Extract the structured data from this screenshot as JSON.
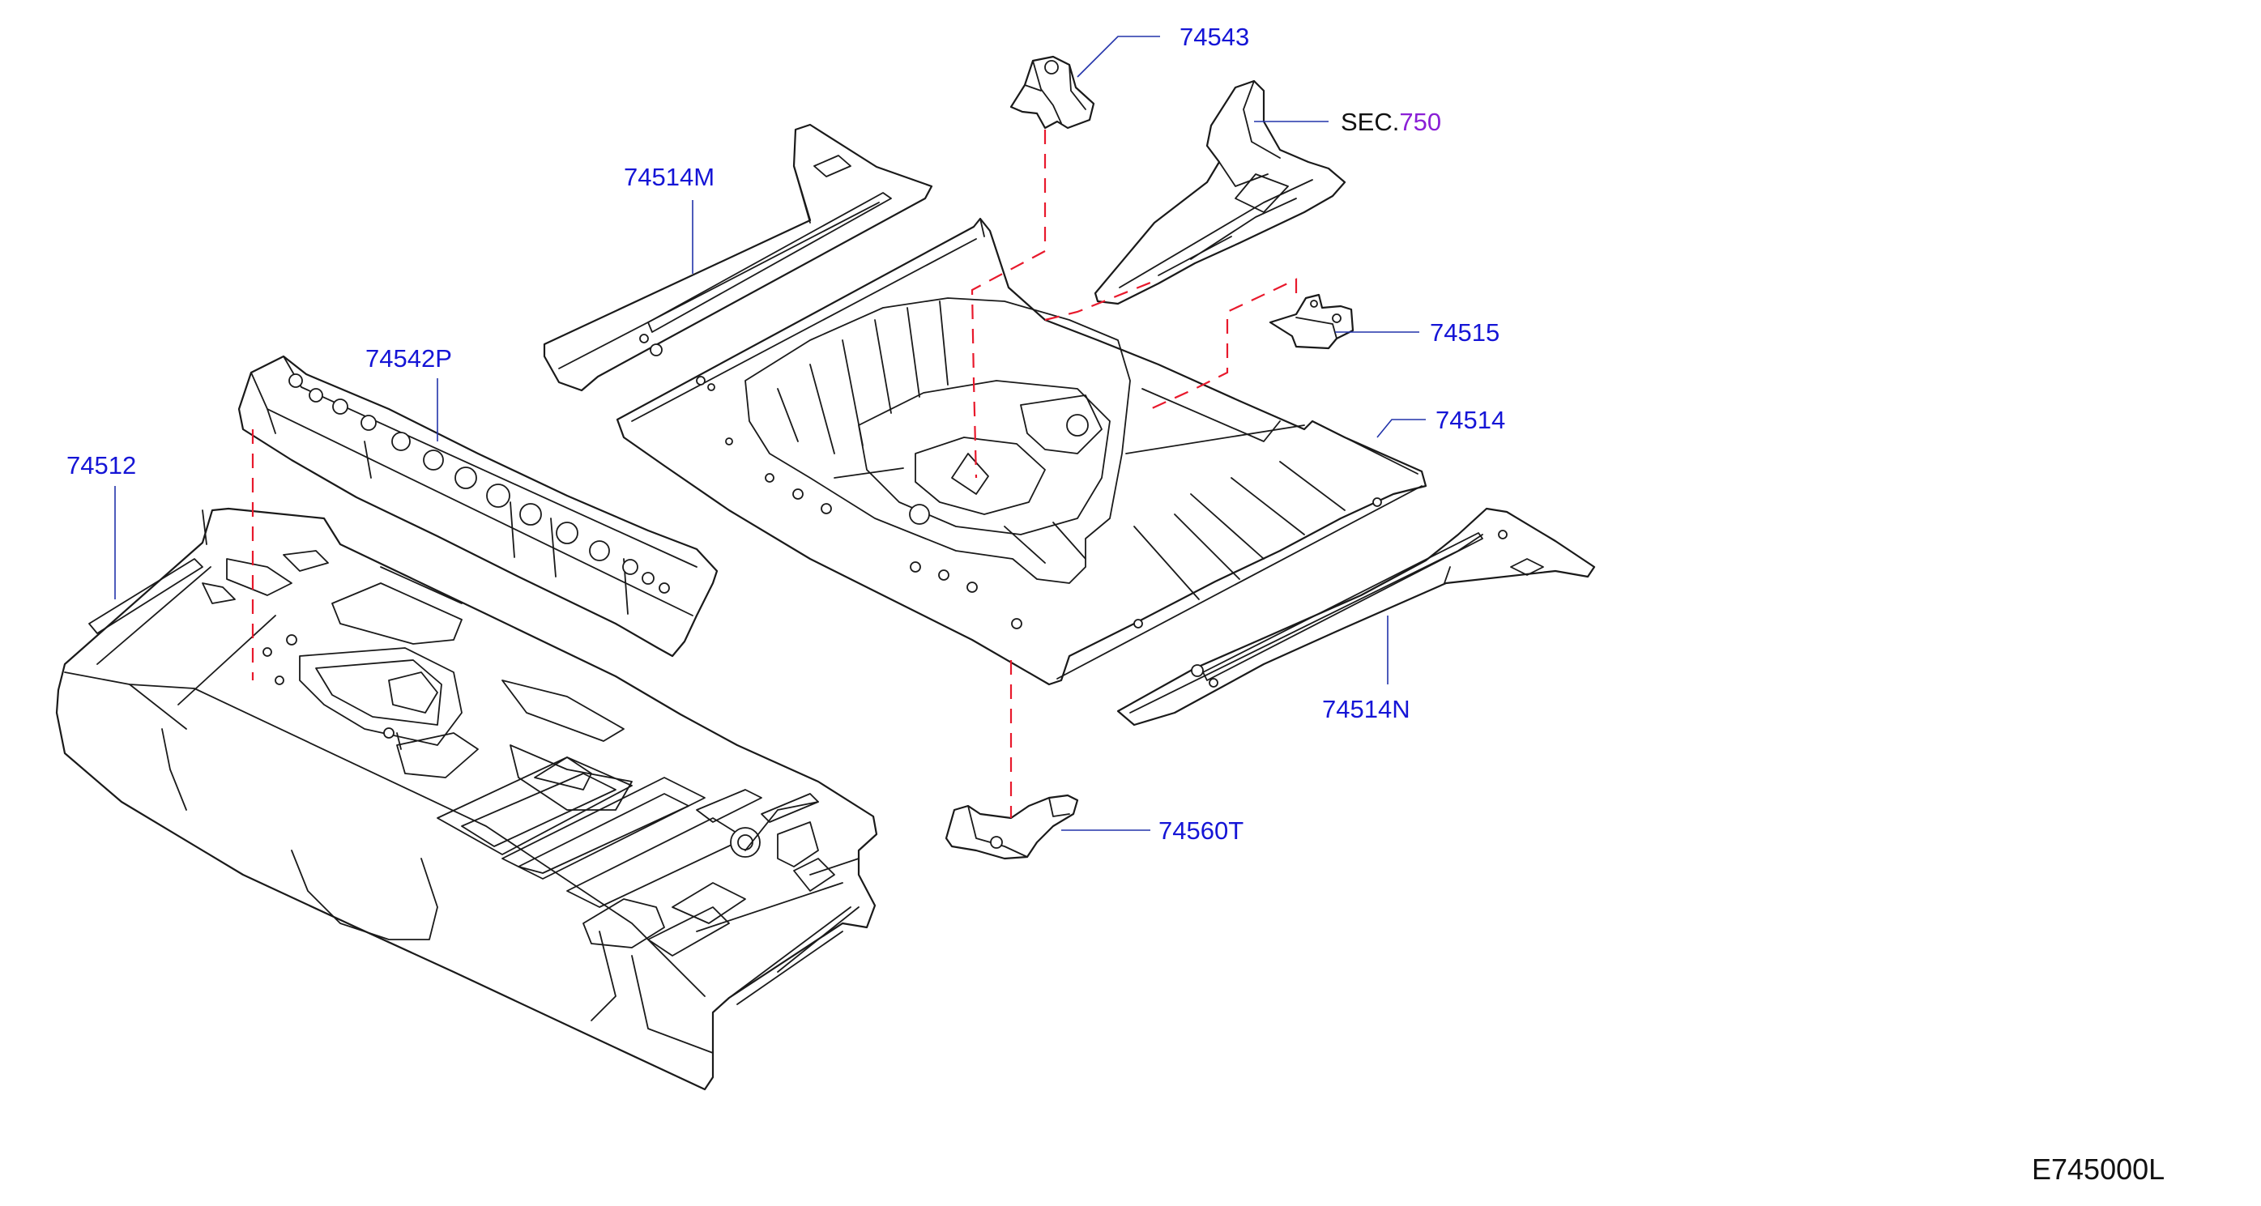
{
  "diagram": {
    "colors": {
      "callout": "#1515d6",
      "section_number": "#8a1fd6",
      "label_black": "#111111",
      "line_art": "#1a1a1a",
      "dash_line": "#e8192c",
      "leader": "#2233aa"
    },
    "callouts": {
      "p74543": "74543",
      "sec_prefix": "SEC.",
      "sec_number": "750",
      "p74514M": "74514M",
      "p74515": "74515",
      "p74542P": "74542P",
      "p74514": "74514",
      "p74512": "74512",
      "p74514N": "74514N",
      "p74560T": "74560T"
    },
    "figure_code": "E745000L"
  }
}
